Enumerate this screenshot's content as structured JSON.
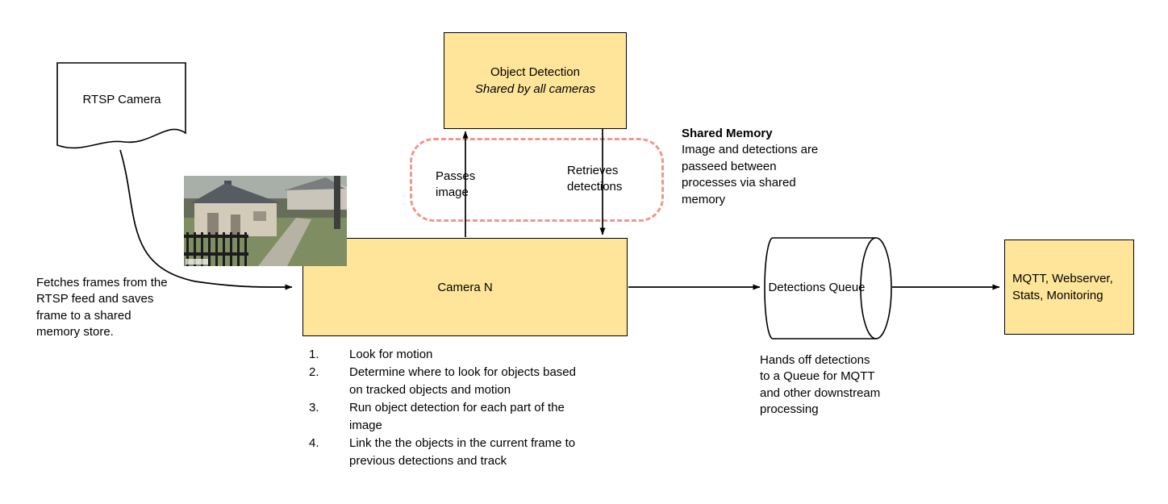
{
  "colors": {
    "node_fill": "#FFE599",
    "node_border": "#000000",
    "shared_memory_outline": "#F0998A",
    "arrow": "#000000"
  },
  "nodes": {
    "rtsp_camera": {
      "label": "RTSP Camera"
    },
    "object_detection": {
      "title": "Object Detection",
      "subtitle": "Shared by all cameras"
    },
    "camera_n": {
      "label": "Camera N"
    },
    "detections_queue": {
      "label": "Detections Queue"
    },
    "outputs": {
      "label": "MQTT, Webserver, Stats, Monitoring"
    }
  },
  "edges": {
    "passes_image": "Passes image",
    "retrieves_detections": "Retrieves detections"
  },
  "notes": {
    "fetch": "Fetches frames from the RTSP feed and saves frame to a shared memory store.",
    "shared_memory_title": "Shared Memory",
    "shared_memory_body": "Image and detections are passeed between processes via shared memory",
    "queue_handoff": "Hands off detections to a Queue for MQTT and other downstream processing"
  },
  "camera_steps": [
    {
      "num": "1.",
      "text": "Look for motion"
    },
    {
      "num": "2.",
      "text": "Determine where to look for objects based on tracked objects and motion"
    },
    {
      "num": "3.",
      "text": "Run object detection for each part of the image"
    },
    {
      "num": "4.",
      "text": "Link the the objects in the current frame to previous detections and track"
    }
  ]
}
